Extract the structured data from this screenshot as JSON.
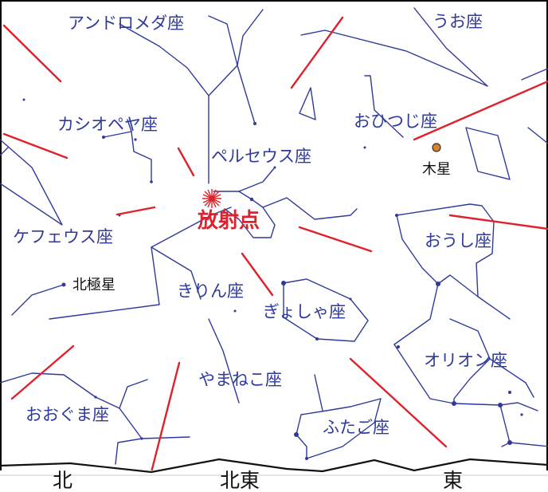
{
  "constellations": {
    "andromeda": "アンドロメダ座",
    "pisces": "うお座",
    "cassiopeia": "カシオペヤ座",
    "aries": "おひつじ座",
    "perseus": "ペルセウス座",
    "cepheus": "ケフェウス座",
    "taurus": "おうし座",
    "camelopardalis": "きりん座",
    "auriga": "ぎょしゃ座",
    "orion": "オリオン座",
    "lynx": "やまねこ座",
    "ursa_major": "おおぐま座",
    "gemini": "ふたご座"
  },
  "radiant": {
    "label": "放射点"
  },
  "planet": {
    "label": "木星"
  },
  "star": {
    "label": "北極星"
  },
  "directions": {
    "north": "北",
    "northeast": "北東",
    "east": "東"
  },
  "colors": {
    "meteor": "#e0202a",
    "constellation_line": "#2f3a9a",
    "label": "#2f3a9a",
    "horizon": "#111111",
    "jupiter": "#d9822b"
  }
}
